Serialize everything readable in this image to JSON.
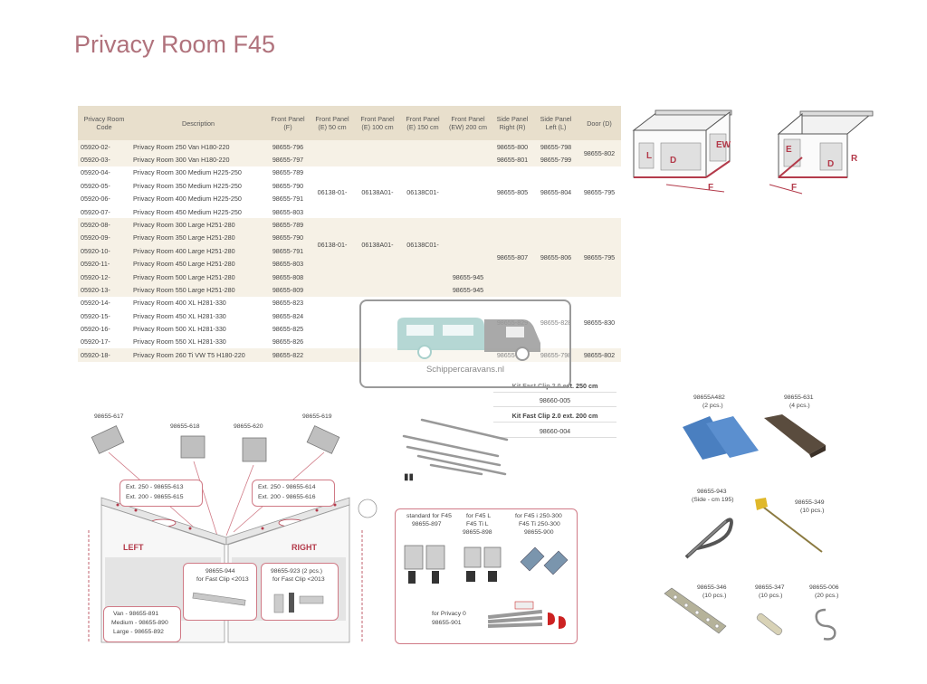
{
  "title": "Privacy Room F45",
  "table": {
    "headers": [
      "Privacy Room Code",
      "Description",
      "Front Panel (F)",
      "Front Panel (E) 50 cm",
      "Front Panel (E) 100 cm",
      "Front Panel (E) 150 cm",
      "Front Panel (EW) 200 cm",
      "Side Panel Right (R)",
      "Side Panel Left (L)",
      "Door (D)"
    ],
    "rows": [
      {
        "code": "05920-02-",
        "desc": "Privacy Room 250 Van H180-220",
        "f": "98655-796"
      },
      {
        "code": "05920-03-",
        "desc": "Privacy Room 300 Van H180-220",
        "f": "98655-797"
      },
      {
        "code": "05920-04-",
        "desc": "Privacy Room 300 Medium H225-250",
        "f": "98655-789"
      },
      {
        "code": "05920-05-",
        "desc": "Privacy Room 350 Medium H225-250",
        "f": "98655-790"
      },
      {
        "code": "05920-06-",
        "desc": "Privacy Room 400 Medium H225-250",
        "f": "98655-791"
      },
      {
        "code": "05920-07-",
        "desc": "Privacy Room 450 Medium H225-250",
        "f": "98655-803"
      },
      {
        "code": "05920-08-",
        "desc": "Privacy Room 300 Large H251-280",
        "f": "98655-789"
      },
      {
        "code": "05920-09-",
        "desc": "Privacy Room 350 Large H251-280",
        "f": "98655-790"
      },
      {
        "code": "05920-10-",
        "desc": "Privacy Room 400 Large H251-280",
        "f": "98655-791"
      },
      {
        "code": "05920-11-",
        "desc": "Privacy Room 450 Large H251-280",
        "f": "98655-803"
      },
      {
        "code": "05920-12-",
        "desc": "Privacy Room 500 Large H251-280",
        "f": "98655-808"
      },
      {
        "code": "05920-13-",
        "desc": "Privacy Room 550 Large H251-280",
        "f": "98655-809"
      },
      {
        "code": "05920-14-",
        "desc": "Privacy Room 400 XL H281-330",
        "f": "98655-823"
      },
      {
        "code": "05920-15-",
        "desc": "Privacy Room 450 XL H281-330",
        "f": "98655-824"
      },
      {
        "code": "05920-16-",
        "desc": "Privacy Room 500 XL H281-330",
        "f": "98655-825"
      },
      {
        "code": "05920-17-",
        "desc": "Privacy Room 550 XL H281-330",
        "f": "98655-826"
      },
      {
        "code": "05920-18-",
        "desc": "Privacy Room 260 Ti VW T5 H180-220",
        "f": "98655-822"
      }
    ],
    "van": {
      "r1": "98655-800",
      "l1": "98655-798",
      "r2": "98655-801",
      "l2": "98655-799",
      "door": "98655-802"
    },
    "medium": {
      "e50": "06138-01-",
      "e100": "06138A01-",
      "e150": "06138C01-",
      "r": "98655-805",
      "l": "98655-804",
      "door": "98655-795"
    },
    "large": {
      "e50": "06138-01-",
      "e100": "06138A01-",
      "e150": "06138C01-",
      "ew1": "98655-945",
      "ew2": "98655-945",
      "r": "98655-807",
      "l": "98655-806",
      "door": "98655-795"
    },
    "xl": {
      "r": "98655-829",
      "l": "98655-828",
      "door": "98655-830"
    },
    "ti": {
      "r": "98655-802",
      "l": "98655-798",
      "door": "98655-802"
    }
  },
  "kits": {
    "k250_label": "Kit Fast Clip 2.0 ext. 250 cm",
    "k250_code": "98660-005",
    "k200_label": "Kit Fast Clip 2.0 ext. 200 cm",
    "k200_code": "98660-004"
  },
  "watermark": "Schippercaravans.nl",
  "diagrams": {
    "left": {
      "l": "L",
      "d": "D",
      "ew": "EW",
      "f": "F"
    },
    "right": {
      "e": "E",
      "d": "D",
      "r": "R",
      "f": "F"
    }
  },
  "parts": {
    "p617": "98655-617",
    "p618": "98655-618",
    "p620": "98655-620",
    "p619": "98655-619",
    "ext_left_1": "Ext. 250 - 98655-613",
    "ext_left_2": "Ext. 200 - 98655-615",
    "ext_right_1": "Ext. 250 - 98655-614",
    "ext_right_2": "Ext. 200 - 98655-616",
    "left": "LEFT",
    "right": "RIGHT",
    "p944_code": "98655-944",
    "p944_for": "for Fast Clip <2013",
    "p923_code": "98655-923 (2 pcs.)",
    "p923_for": "for Fast Clip <2013",
    "van": "Van - 98655-891",
    "medium": "Medium - 98655-890",
    "large": "Large - 98655-892",
    "std_title": "standard for F45",
    "std_code": "98655-897",
    "f45l_title": "for F45 L",
    "f45l_sub": "F45 Ti L",
    "f45l_code": "98655-898",
    "f45i_title": "for F45 i 250-300",
    "f45i_sub": "F45 Ti 250-300",
    "f45i_code": "98655-900",
    "privacy0_title": "for Privacy 0",
    "privacy0_code": "98655-901",
    "a482_code": "98655A482",
    "a482_qty": "(2 pcs.)",
    "p631_code": "98655-631",
    "p631_qty": "(4 pcs.)",
    "p943_code": "98655-943",
    "p943_qty": "(Side - cm 195)",
    "p349_code": "98655-349",
    "p349_qty": "(10 pcs.)",
    "p346_code": "98655-346",
    "p346_qty": "(10 pcs.)",
    "p347_code": "98655-347",
    "p347_qty": "(10 pcs.)",
    "p006_code": "98655-006",
    "p006_qty": "(20 pcs.)"
  },
  "colors": {
    "title": "#b0727c",
    "header_bg": "#e8dfcc",
    "band": "#f6f1e6",
    "accent": "#d07a86",
    "label_red": "#b33a4a"
  }
}
